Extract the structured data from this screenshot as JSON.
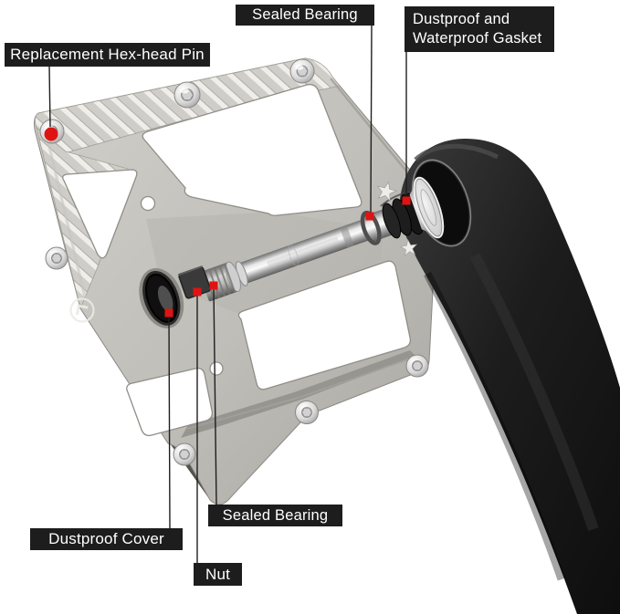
{
  "callouts": {
    "replacement_hex_head_pin": {
      "label": "Replacement Hex-head Pin"
    },
    "sealed_bearing_top": {
      "label": "Sealed Bearing"
    },
    "dustproof_waterproof_gasket": {
      "lines": [
        "Dustproof and",
        "Waterproof Gasket"
      ]
    },
    "dustproof_cover": {
      "label": "Dustproof Cover"
    },
    "nut": {
      "label": "Nut"
    },
    "sealed_bearing_bottom": {
      "label": "Sealed Bearing"
    }
  },
  "markers": [
    {
      "name": "hex-pin-marker",
      "shape": "circle",
      "color": "#e01313"
    },
    {
      "name": "sealed-bearing-top-marker",
      "shape": "square",
      "color": "#e01313"
    },
    {
      "name": "gasket-marker",
      "shape": "square",
      "color": "#e01313"
    },
    {
      "name": "sealed-bearing-bottom-marker",
      "shape": "square",
      "color": "#e01313"
    },
    {
      "name": "nut-marker",
      "shape": "square",
      "color": "#e01313"
    },
    {
      "name": "dustproof-cover-marker",
      "shape": "square",
      "color": "#e01313"
    }
  ],
  "icons": {
    "brand_stamp": "circled-corner-logo",
    "decorations": "star-engraving"
  },
  "colors": {
    "background": "#ffffff",
    "label_bg": "#1d1d1d",
    "label_text": "#ffffff",
    "marker_red": "#e01313",
    "pedal_silver": "#c3c1bb",
    "crank_black": "#1a1a1a"
  }
}
